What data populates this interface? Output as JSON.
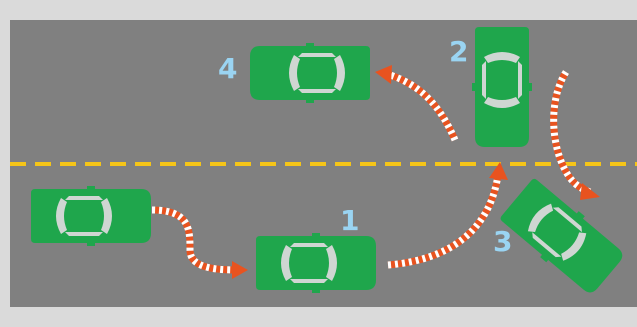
{
  "diagram": {
    "colors": {
      "road": "#808080",
      "shoulder": "#dadada",
      "center_line": "#f5c518",
      "car_body": "#1fa64c",
      "car_window": "#cfd6d2",
      "arrow_main": "#e8531f",
      "arrow_stripe": "#ffffff",
      "step_label": "#9ad4f2"
    },
    "icons": [
      "car-icon",
      "dashed-arrow-icon"
    ],
    "steps": [
      {
        "label": "1"
      },
      {
        "label": "2"
      },
      {
        "label": "3"
      },
      {
        "label": "4"
      }
    ]
  }
}
